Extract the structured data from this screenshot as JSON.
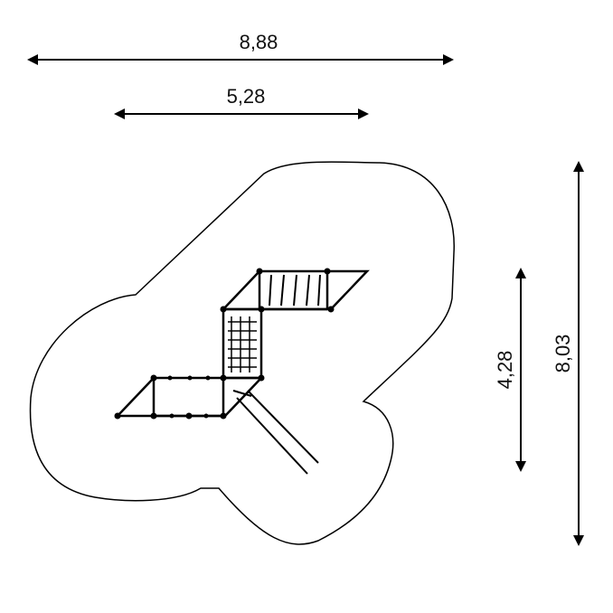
{
  "dimensions": {
    "total_width": "8,88",
    "inner_width": "5,28",
    "inner_height": "4,28",
    "total_height": "8,03"
  },
  "colors": {
    "stroke": "#000000",
    "background": "#ffffff"
  }
}
